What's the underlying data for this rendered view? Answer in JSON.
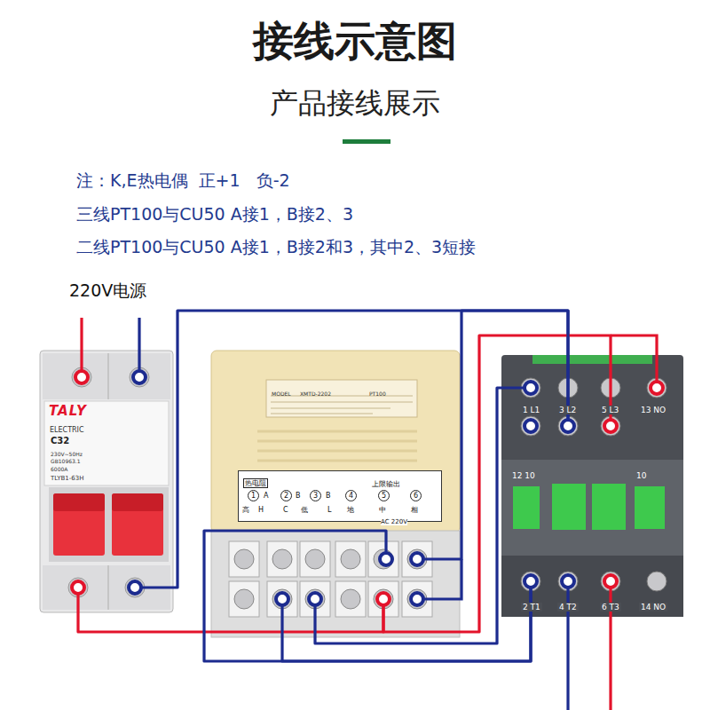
{
  "diagram": {
    "title": "接线示意图",
    "nodes": [
      {
        "text": [
          "TALY",
          "ELECTRIC",
          "C32",
          "230V~50Hz",
          "GB10963.1",
          "6000A",
          "TLYB1-63H"
        ]
      },
      {
        "text": [
          "MODEL",
          "XMTD-2202",
          "PT100"
        ]
      },
      {
        "text": [
          "热电阻",
          "上限输出",
          "1",
          "2",
          "3",
          "4",
          "5",
          "6",
          "A",
          "B",
          "B",
          "高",
          "H",
          "C",
          "低",
          "L",
          "地",
          "中",
          "相",
          "AC 220V"
        ],
        "in": 1
      },
      {
        "text": [
          "1 L1",
          "3 L2",
          "5 L3",
          "13 NO",
          "12 10",
          "10",
          "2 T1",
          "4 T2",
          "6 T3",
          "14 NO"
        ]
      }
    ],
    "edges": [
      {
        "from": 0,
        "to": 3,
        "arrow": "none"
      },
      {
        "from": 0,
        "to": 1,
        "arrow": "none"
      },
      {
        "from": 3,
        "to": 1,
        "arrow": "none"
      },
      {
        "from": 1,
        "to": 3,
        "arrow": "none"
      },
      {
        "from": 1,
        "to": 3,
        "arrow": "none"
      },
      {
        "from": 1,
        "to": 3,
        "arrow": "none"
      },
      {
        "from": 1,
        "to": 3,
        "arrow": "none"
      }
    ],
    "labels": [
      "产品接线展示",
      "注：K,E热电偶  正+1   负-2",
      "三线PT100与CU50 A接1，B接2、3",
      "二线PT100与CU50 A接1，B接2和3，其中2、3短接",
      "220V电源"
    ]
  }
}
